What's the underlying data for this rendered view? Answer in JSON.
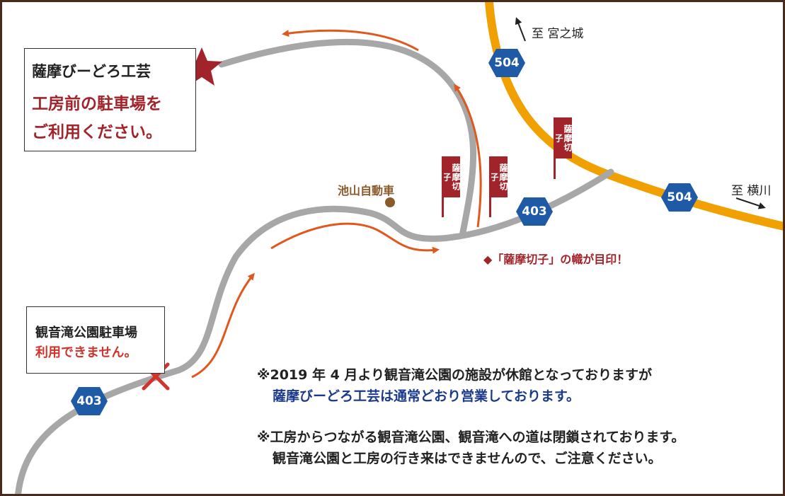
{
  "colors": {
    "road_gray": "#a7a7a7",
    "route_orange": "#f0a000",
    "arrow_orange": "#e0581e",
    "shield_blue": "#1f5aa6",
    "dark_red": "#a3232a",
    "bright_red": "#d0342c",
    "brown_dot": "#8b5a2b",
    "note_blue": "#1b3a8c"
  },
  "directions": {
    "miyanojo": "至 宮之城",
    "yokogawa": "至 横川"
  },
  "routes": {
    "r504_top": "504",
    "r504_right": "504",
    "r403_middle": "403",
    "r403_bottom": "403"
  },
  "destination": {
    "name": "薩摩びーどろ工芸",
    "parking_line1": "工房前の駐車場を",
    "parking_line2": "ご利用ください。"
  },
  "landmark": {
    "name": "池山自動車"
  },
  "flags": [
    {
      "text": "薩摩切子"
    },
    {
      "text": "薩摩切子"
    },
    {
      "text": "薩摩切子"
    }
  ],
  "flag_note": "◆「薩摩切子」の幟が目印！",
  "closed_parking": {
    "line1": "観音滝公園駐車場",
    "line2": "利用できません。"
  },
  "notes": {
    "note1_line1": "※2019 年 4 月より観音滝公園の施設が休館となっておりますが",
    "note1_line2": "薩摩びーどろ工芸は通常どおり営業しております。",
    "note2_line1": "※工房からつながる観音滝公園、観音滝への道は閉鎖されております。",
    "note2_line2": "観音滝公園と工房の行き来はできませんので、ご注意ください。"
  }
}
